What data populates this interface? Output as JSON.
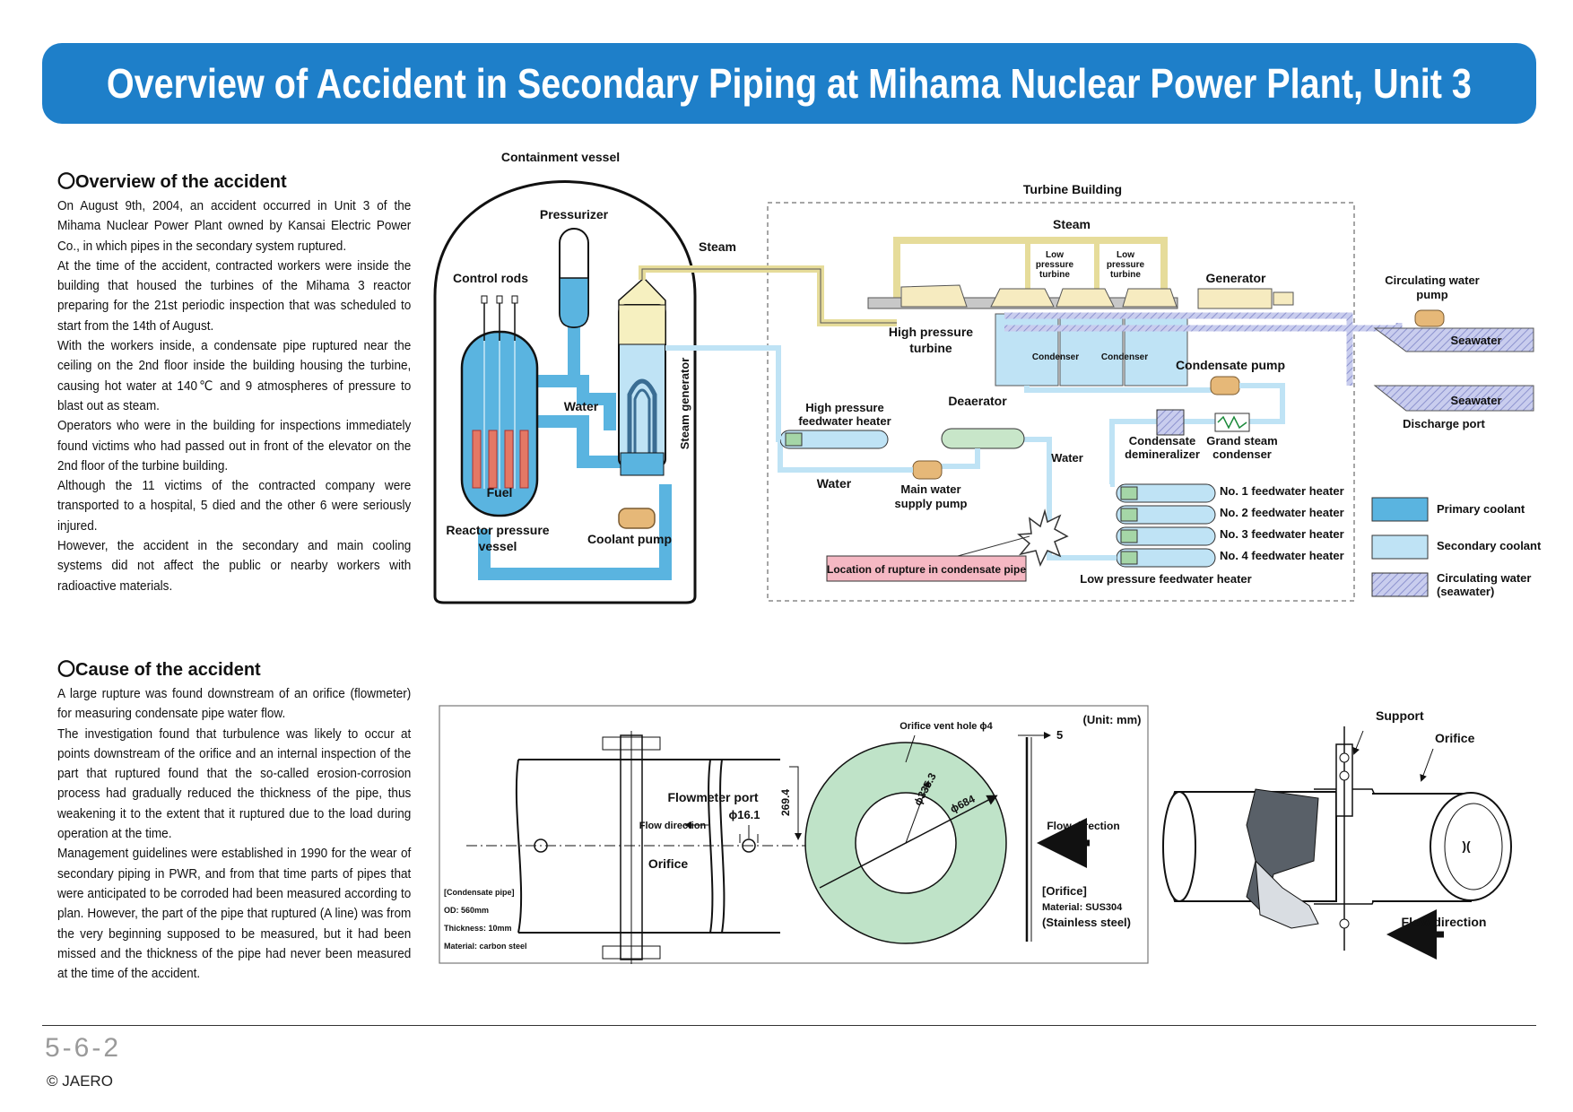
{
  "title": "Overview of Accident in Secondary Piping at Mihama Nuclear Power Plant, Unit 3",
  "overview": {
    "heading": "〇Overview of the accident",
    "paragraphs": [
      "On August 9th, 2004, an accident occurred in Unit 3 of the Mihama Nuclear Power Plant owned by Kansai Electric Power Co., in which pipes in the secondary system ruptured.",
      "At the time of the accident, contracted workers were inside the building that housed the turbines of the Mihama 3 reactor preparing for the 21st periodic inspection that was scheduled to start from the 14th of August.",
      "With the workers inside, a condensate pipe ruptured near the ceiling on the 2nd floor inside the building housing the turbine, causing hot water at 140℃ and 9 atmospheres of pressure to blast out as steam.",
      "Operators who were in the building for inspections immediately found victims who had passed out in front of the elevator on the 2nd floor of the turbine building.",
      "Although the 11 victims of the contracted company were transported to a hospital, 5 died and the other 6 were seriously injured.",
      "However, the accident in the secondary and main cooling systems did not affect the public or nearby workers with radioactive materials."
    ]
  },
  "cause": {
    "heading": "〇Cause of the accident",
    "paragraphs": [
      "A large rupture was found downstream of an orifice (flowmeter) for measuring condensate pipe water flow.",
      "The investigation found that turbulence was likely to occur at points downstream of the orifice and an internal inspection of the part that ruptured found that the so-called erosion-corrosion process had gradually reduced the thickness of the pipe, thus weakening it to the extent that it ruptured due to the load during operation at the time.",
      "Management guidelines were established in 1990 for the wear of secondary piping in PWR, and from that time parts of pipes that were anticipated to be corroded had been measured according to plan. However, the part of the pipe that ruptured (A line) was from the very beginning supposed to be measured, but it had been missed and the thickness of the pipe had never been measured at the time of the accident."
    ]
  },
  "plant": {
    "containment_vessel": "Containment vessel",
    "turbine_building": "Turbine Building",
    "pressurizer": "Pressurizer",
    "control_rods": "Control rods",
    "steam": "Steam",
    "water": "Water",
    "fuel": "Fuel",
    "rpv_l1": "Reactor pressure",
    "rpv_l2": "vessel",
    "coolant_pump": "Coolant pump",
    "steam_generator": "Steam generator",
    "turbine_steam": "Steam",
    "lp_turbine_l1": "Low",
    "lp_turbine_l2": "pressure",
    "lp_turbine_l3": "turbine",
    "generator": "Generator",
    "hp_turbine_l1": "High pressure",
    "hp_turbine_l2": "turbine",
    "condenser": "Condenser",
    "condensate_pump": "Condensate pump",
    "circ_pump_l1": "Circulating water",
    "circ_pump_l2": "pump",
    "seawater": "Seawater",
    "discharge_port": "Discharge port",
    "hp_fw_heater_l1": "High pressure",
    "hp_fw_heater_l2": "feedwater heater",
    "deaerator": "Deaerator",
    "condensate_demin_l1": "Condensate",
    "condensate_demin_l2": "demineralizer",
    "grand_steam_l1": "Grand steam",
    "grand_steam_l2": "condenser",
    "water_left": "Water",
    "main_pump_l1": "Main water",
    "main_pump_l2": "supply pump",
    "water_mid": "Water",
    "fw1": "No. 1 feedwater heater",
    "fw2": "No. 2 feedwater heater",
    "fw3": "No. 3 feedwater heater",
    "fw4": "No. 4 feedwater heater",
    "lp_fw_heater": "Low pressure feedwater heater",
    "rupture_location": "Location of rupture in condensate pipe"
  },
  "legend": {
    "items": [
      {
        "label_l1": "Primary coolant",
        "label_l2": "",
        "color": "#5ab4e0"
      },
      {
        "label_l1": "Secondary coolant",
        "label_l2": "",
        "color": "#bfe3f5"
      },
      {
        "label_l1": "Circulating water",
        "label_l2": "(seawater)",
        "color": "#b9bde6"
      }
    ]
  },
  "orifice_detail": {
    "unit": "(Unit: mm)",
    "vent_hole": "Orifice vent hole ϕ4",
    "five": "5",
    "flowmeter_port": "Flowmeter port",
    "d161": "ϕ16.1",
    "flow_direction": "Flow direction",
    "orifice": "Orifice",
    "dim_2694": "269.4",
    "d3353": "ϕ335.3",
    "d684": "ϕ684",
    "flow_direction2": "Flow direction",
    "pipe_l1": "[Condensate pipe]",
    "pipe_l2": "OD: 560mm",
    "pipe_l3": "Thickness: 10mm",
    "pipe_l4": "Material: carbon steel",
    "orifice_l1": "[Orifice]",
    "orifice_l2": "Material: SUS304",
    "orifice_l3": "(Stainless steel)"
  },
  "pipe_illustration": {
    "support": "Support",
    "orifice": "Orifice",
    "flow_direction": "Flow direction"
  },
  "footer": {
    "page": "5-6-2",
    "copyright": "© JAERO"
  }
}
